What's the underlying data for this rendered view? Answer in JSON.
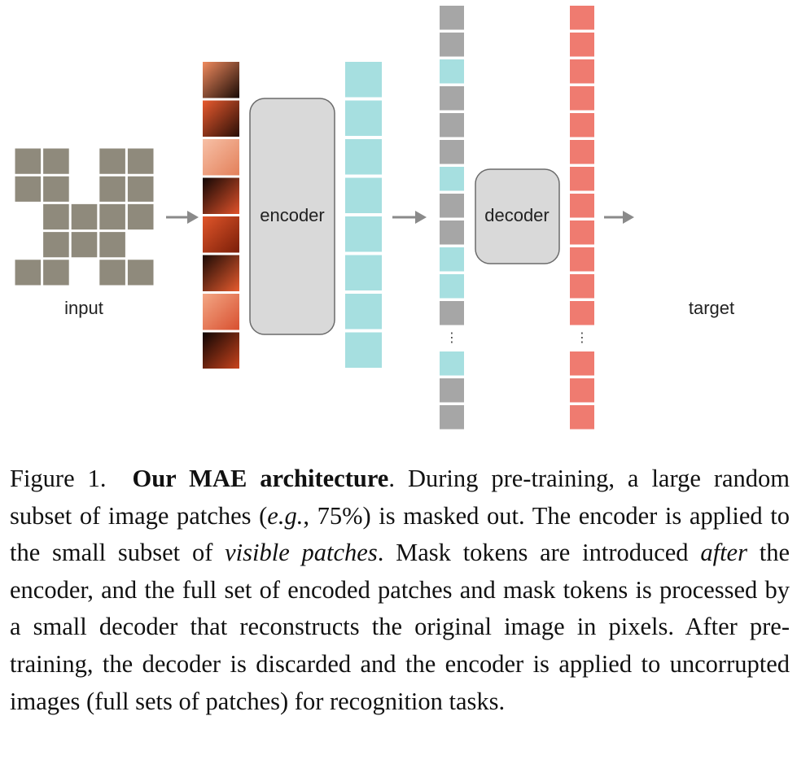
{
  "diagram": {
    "labels": {
      "input": "input",
      "encoder": "encoder",
      "decoder": "decoder",
      "target": "target"
    },
    "input_grid": {
      "rows": 5,
      "cols": 5,
      "visible_cells": [
        [
          0,
          2
        ],
        [
          1,
          2
        ],
        [
          2,
          0
        ],
        [
          3,
          0
        ],
        [
          3,
          4
        ],
        [
          4,
          2
        ]
      ]
    },
    "visible_patch_count": 8,
    "encoded_token_count": 8,
    "token_column": {
      "pattern_top": [
        "mask",
        "mask",
        "enc",
        "mask",
        "mask",
        "mask",
        "enc",
        "mask",
        "mask",
        "enc",
        "enc",
        "mask"
      ],
      "pattern_bottom": [
        "enc",
        "mask",
        "mask"
      ],
      "ellipsis": "⋮"
    },
    "decoded_token_count": 15,
    "colors": {
      "mask_patch": "#8f8a7c",
      "mask_token": "#a6a6a6",
      "encoded_token": "#a6dfe0",
      "decoded_token": "#ef7b70",
      "block_fill": "#d9d9d9",
      "block_stroke": "#6b6b6b",
      "arrow": "#8a8a8a"
    }
  },
  "caption": {
    "figure_label": "Figure 1.",
    "title": "Our MAE architecture",
    "p1": ". During pre-training, a large random subset of image patches (",
    "eg": "e.g.",
    "p2": ", 75%) is masked out. The encoder is applied to the small subset of ",
    "visible": "visible patches",
    "p3": ". Mask tokens are introduced ",
    "after": "after",
    "p4": " the encoder, and the full set of encoded patches and mask tokens is processed by a small decoder that reconstructs the original image in pixels. After pre-training, the decoder is discarded and the encoder is applied to uncorrupted images (full sets of patches) for recognition tasks."
  }
}
